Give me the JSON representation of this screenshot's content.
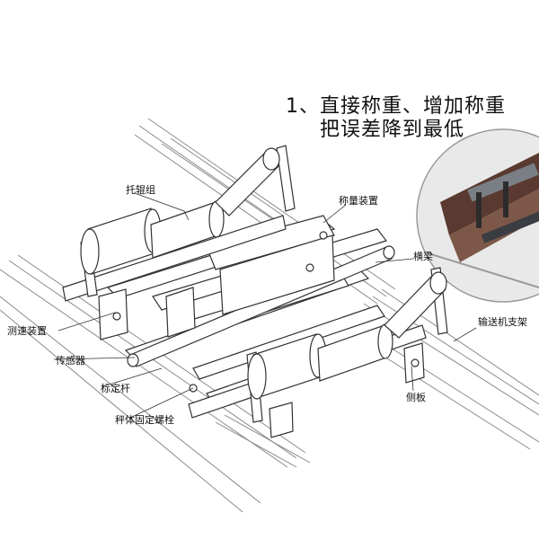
{
  "headline": {
    "line1": "1、直接称重、增加称重",
    "line2": "把误差降到最低"
  },
  "labels": {
    "idler_group": "托辊组",
    "weighing_device": "称量装置",
    "crossbeam": "横梁",
    "conveyor_frame": "输送机支架",
    "speed_device": "测速装置",
    "sensor": "传感器",
    "calibration_rod": "标定杆",
    "scale_bolt": "秤体固定螺栓",
    "side_plate": "侧板"
  },
  "colors": {
    "line": "#333333",
    "ink": "#111111",
    "rail": "#8a8a8a",
    "photo_frame": "#5a3a30",
    "photo_steel": "#7a7f85"
  }
}
